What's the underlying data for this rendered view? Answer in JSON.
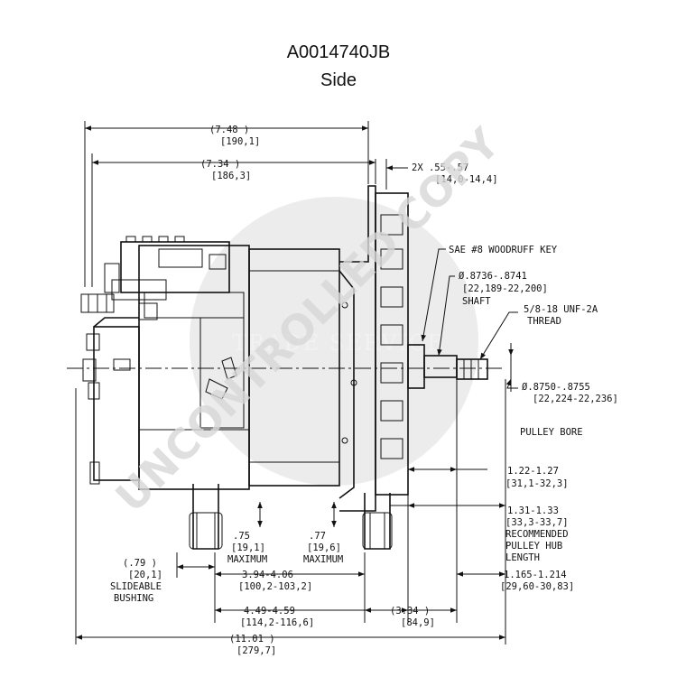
{
  "header": {
    "title": "A0014740JB",
    "subtitle": "Side"
  },
  "watermark": {
    "text": "UNCONTROLLED COPY",
    "seal": "TRADE SERVICE",
    "color": "#d8d8d8"
  },
  "dimensions": {
    "overall_top_1": "(7.48     )",
    "overall_top_1_mm": "[190,1]",
    "overall_top_2": "(7.34     )",
    "overall_top_2_mm": "[186,3]",
    "hub_2x": "2X  .55-.57",
    "hub_2x_mm": "[14,0-14,4]",
    "key_label": "SAE #8 WOODRUFF KEY",
    "shaft_dia": "Ø.8736-.8741",
    "shaft_dia_mm": "[22,189-22,200]",
    "shaft_label": "SHAFT",
    "thread": "5/8-18 UNF-2A",
    "thread_label": "THREAD",
    "bore_dia": "Ø.8750-.8755",
    "bore_dia_mm": "[22,224-22,236]",
    "bore_label": "PULLEY BORE",
    "d122": "1.22-1.27",
    "d122_mm": "[31,1-32,3]",
    "d131": "1.31-1.33",
    "d131_mm": "[33,3-33,7]",
    "hub_l1": "RECOMMENDED",
    "hub_l2": "PULLEY HUB",
    "hub_l3": "LENGTH",
    "d75": ".75",
    "d75_mm": "[19,1]",
    "d75_lbl": "MAXIMUM",
    "d77": ".77",
    "d77_mm": "[19,6]",
    "d77_lbl": "MAXIMUM",
    "d79": "(.79   )",
    "d79_mm": "[20,1]",
    "d79_l1": "SLIDEABLE",
    "d79_l2": "BUSHING",
    "d394": "3.94-4.06",
    "d394_mm": "[100,2-103,2]",
    "d1165": "1.165-1.214",
    "d1165_mm": "[29,60-30,83]",
    "d449": "4.49-4.59",
    "d449_mm": "[114,2-116,6]",
    "d334": "(3.34     )",
    "d334_mm": "[84,9]",
    "d1101": "(11.01    )",
    "d1101_mm": "[279,7]"
  }
}
